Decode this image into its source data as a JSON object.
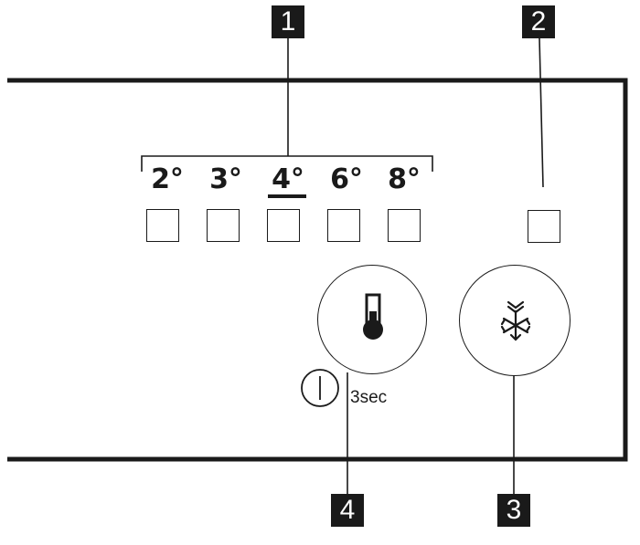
{
  "callouts": {
    "c1": "1",
    "c2": "2",
    "c3": "3",
    "c4": "4"
  },
  "temperatures": [
    "2°",
    "3°",
    "4°",
    "6°",
    "8°"
  ],
  "selected_temperature": "4°",
  "hold_duration": "3sec",
  "icons": {
    "temperature_button": "thermometer-icon",
    "fast_freeze_button": "snowflake-icon",
    "power": "power-icon"
  }
}
